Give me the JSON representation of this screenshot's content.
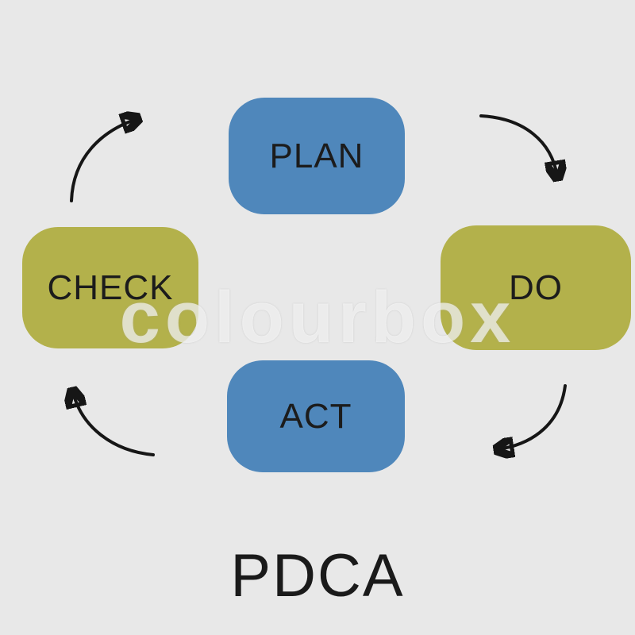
{
  "diagram": {
    "title": "PDCA",
    "watermark": "colourbox",
    "colors": {
      "blue_node": "#4f87bb",
      "olive_node": "#b3b14b",
      "background": "#e8e8e8",
      "arrow": "#161616"
    },
    "nodes": {
      "plan": {
        "label": "PLAN",
        "color": "#4f87bb"
      },
      "do": {
        "label": "DO",
        "color": "#b3b14b"
      },
      "check": {
        "label": "CHECK",
        "color": "#b3b14b"
      },
      "act": {
        "label": "ACT",
        "color": "#4f87bb"
      }
    }
  }
}
